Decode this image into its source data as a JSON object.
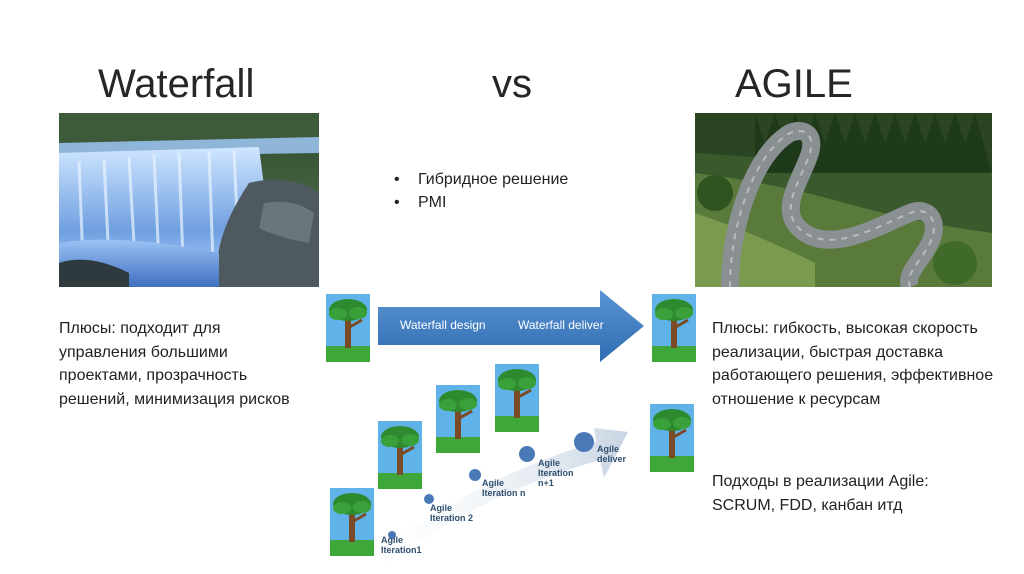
{
  "title_left": "Waterfall",
  "title_mid": "vs",
  "title_right": "AGILE",
  "middle_bullets": [
    "Гибридное решение",
    "PMI"
  ],
  "left_text": "Плюсы: подходит для управления большими проектами, прозрачность решений, минимизация рисков",
  "right_text_1": "Плюсы: гибкость, высокая скорость реализации, быстрая доставка работающего решения, эффективное отношение к ресурсам",
  "right_text_2": "Подходы в реализации Agile: SCRUM, FDD, канбан итд",
  "diagram": {
    "waterfall_design": "Waterfall design",
    "waterfall_deliver": "Waterfall deliver",
    "iterations": [
      [
        "Agile",
        "Iteration1"
      ],
      [
        "Agile",
        "Iteration 2"
      ],
      [
        "Agile",
        "Iteration n"
      ],
      [
        "Agile",
        "Iteration",
        "n+1"
      ],
      [
        "Agile",
        "deliver"
      ]
    ]
  },
  "colors": {
    "arrow_blue": "#3f7fc2",
    "node_blue": "#4a79b8",
    "grass": "#3fa63a",
    "sky": "#5fb3e8"
  }
}
